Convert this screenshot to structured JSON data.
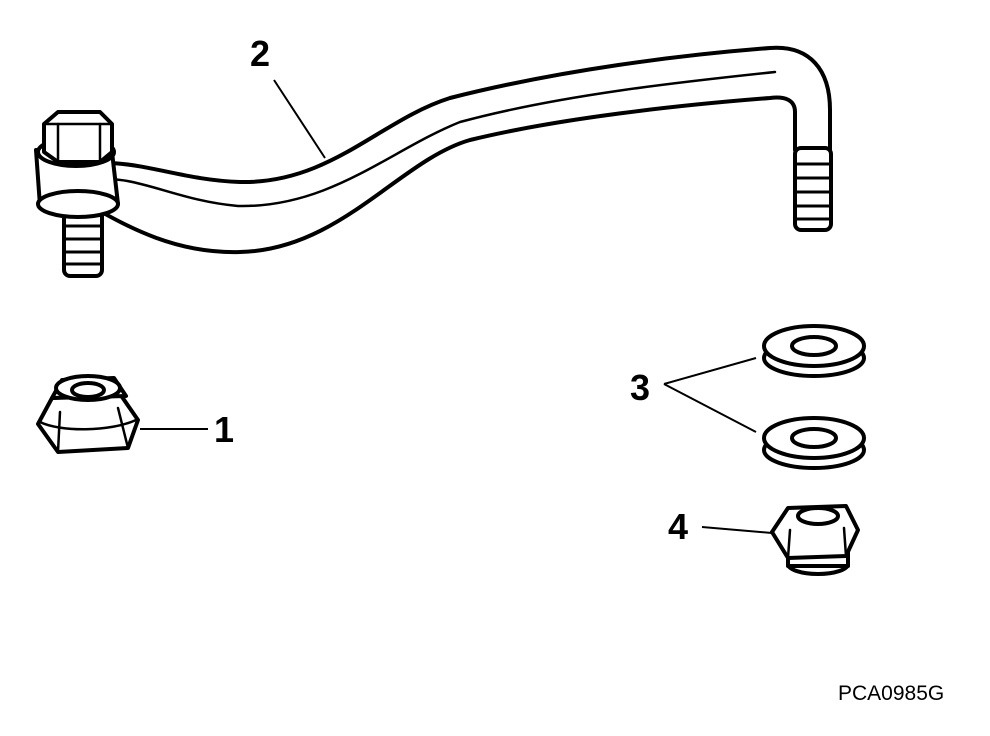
{
  "figure": {
    "drawing_code": "PCA0985G",
    "callouts": [
      {
        "number": "1",
        "part": "nut"
      },
      {
        "number": "2",
        "part": "link-rod"
      },
      {
        "number": "3",
        "part": "washer"
      },
      {
        "number": "4",
        "part": "nut"
      }
    ]
  },
  "colors": {
    "ink": "#000000",
    "paper": "#ffffff"
  }
}
